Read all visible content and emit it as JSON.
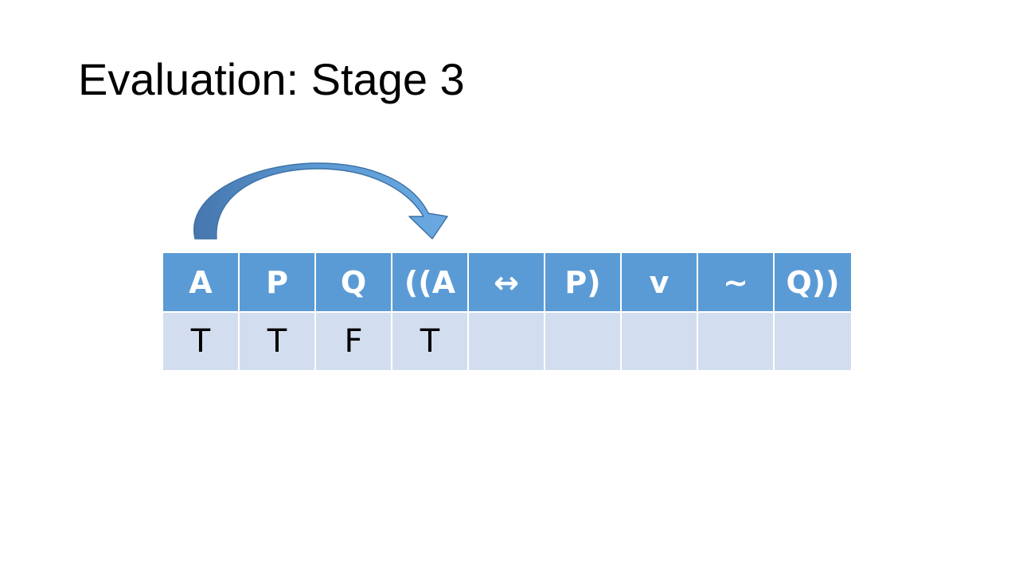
{
  "title": "Evaluation: Stage 3",
  "table": {
    "headers": [
      "A",
      "P",
      "Q",
      "((A",
      "↔",
      "P)",
      "v",
      "~",
      "Q))"
    ],
    "row": [
      "T",
      "T",
      "F",
      "T",
      "",
      "",
      "",
      "",
      ""
    ]
  },
  "colors": {
    "header_fill": "#5b9bd5",
    "cell_fill": "#d2deef",
    "arrow_fill": "#5b9bd5"
  },
  "icons": {
    "arrow": "curved-arrow-icon"
  }
}
